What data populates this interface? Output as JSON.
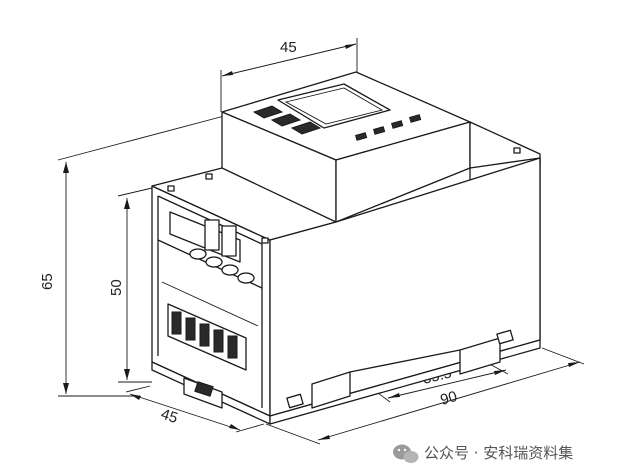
{
  "dimensions": {
    "top_width": "45",
    "total_height": "65",
    "front_height": "50",
    "depth": "45",
    "length": "90",
    "rail_offset": "35.5"
  },
  "watermark": {
    "text": "公众号 · 安科瑞资料集",
    "icon": "wechat-icon"
  }
}
